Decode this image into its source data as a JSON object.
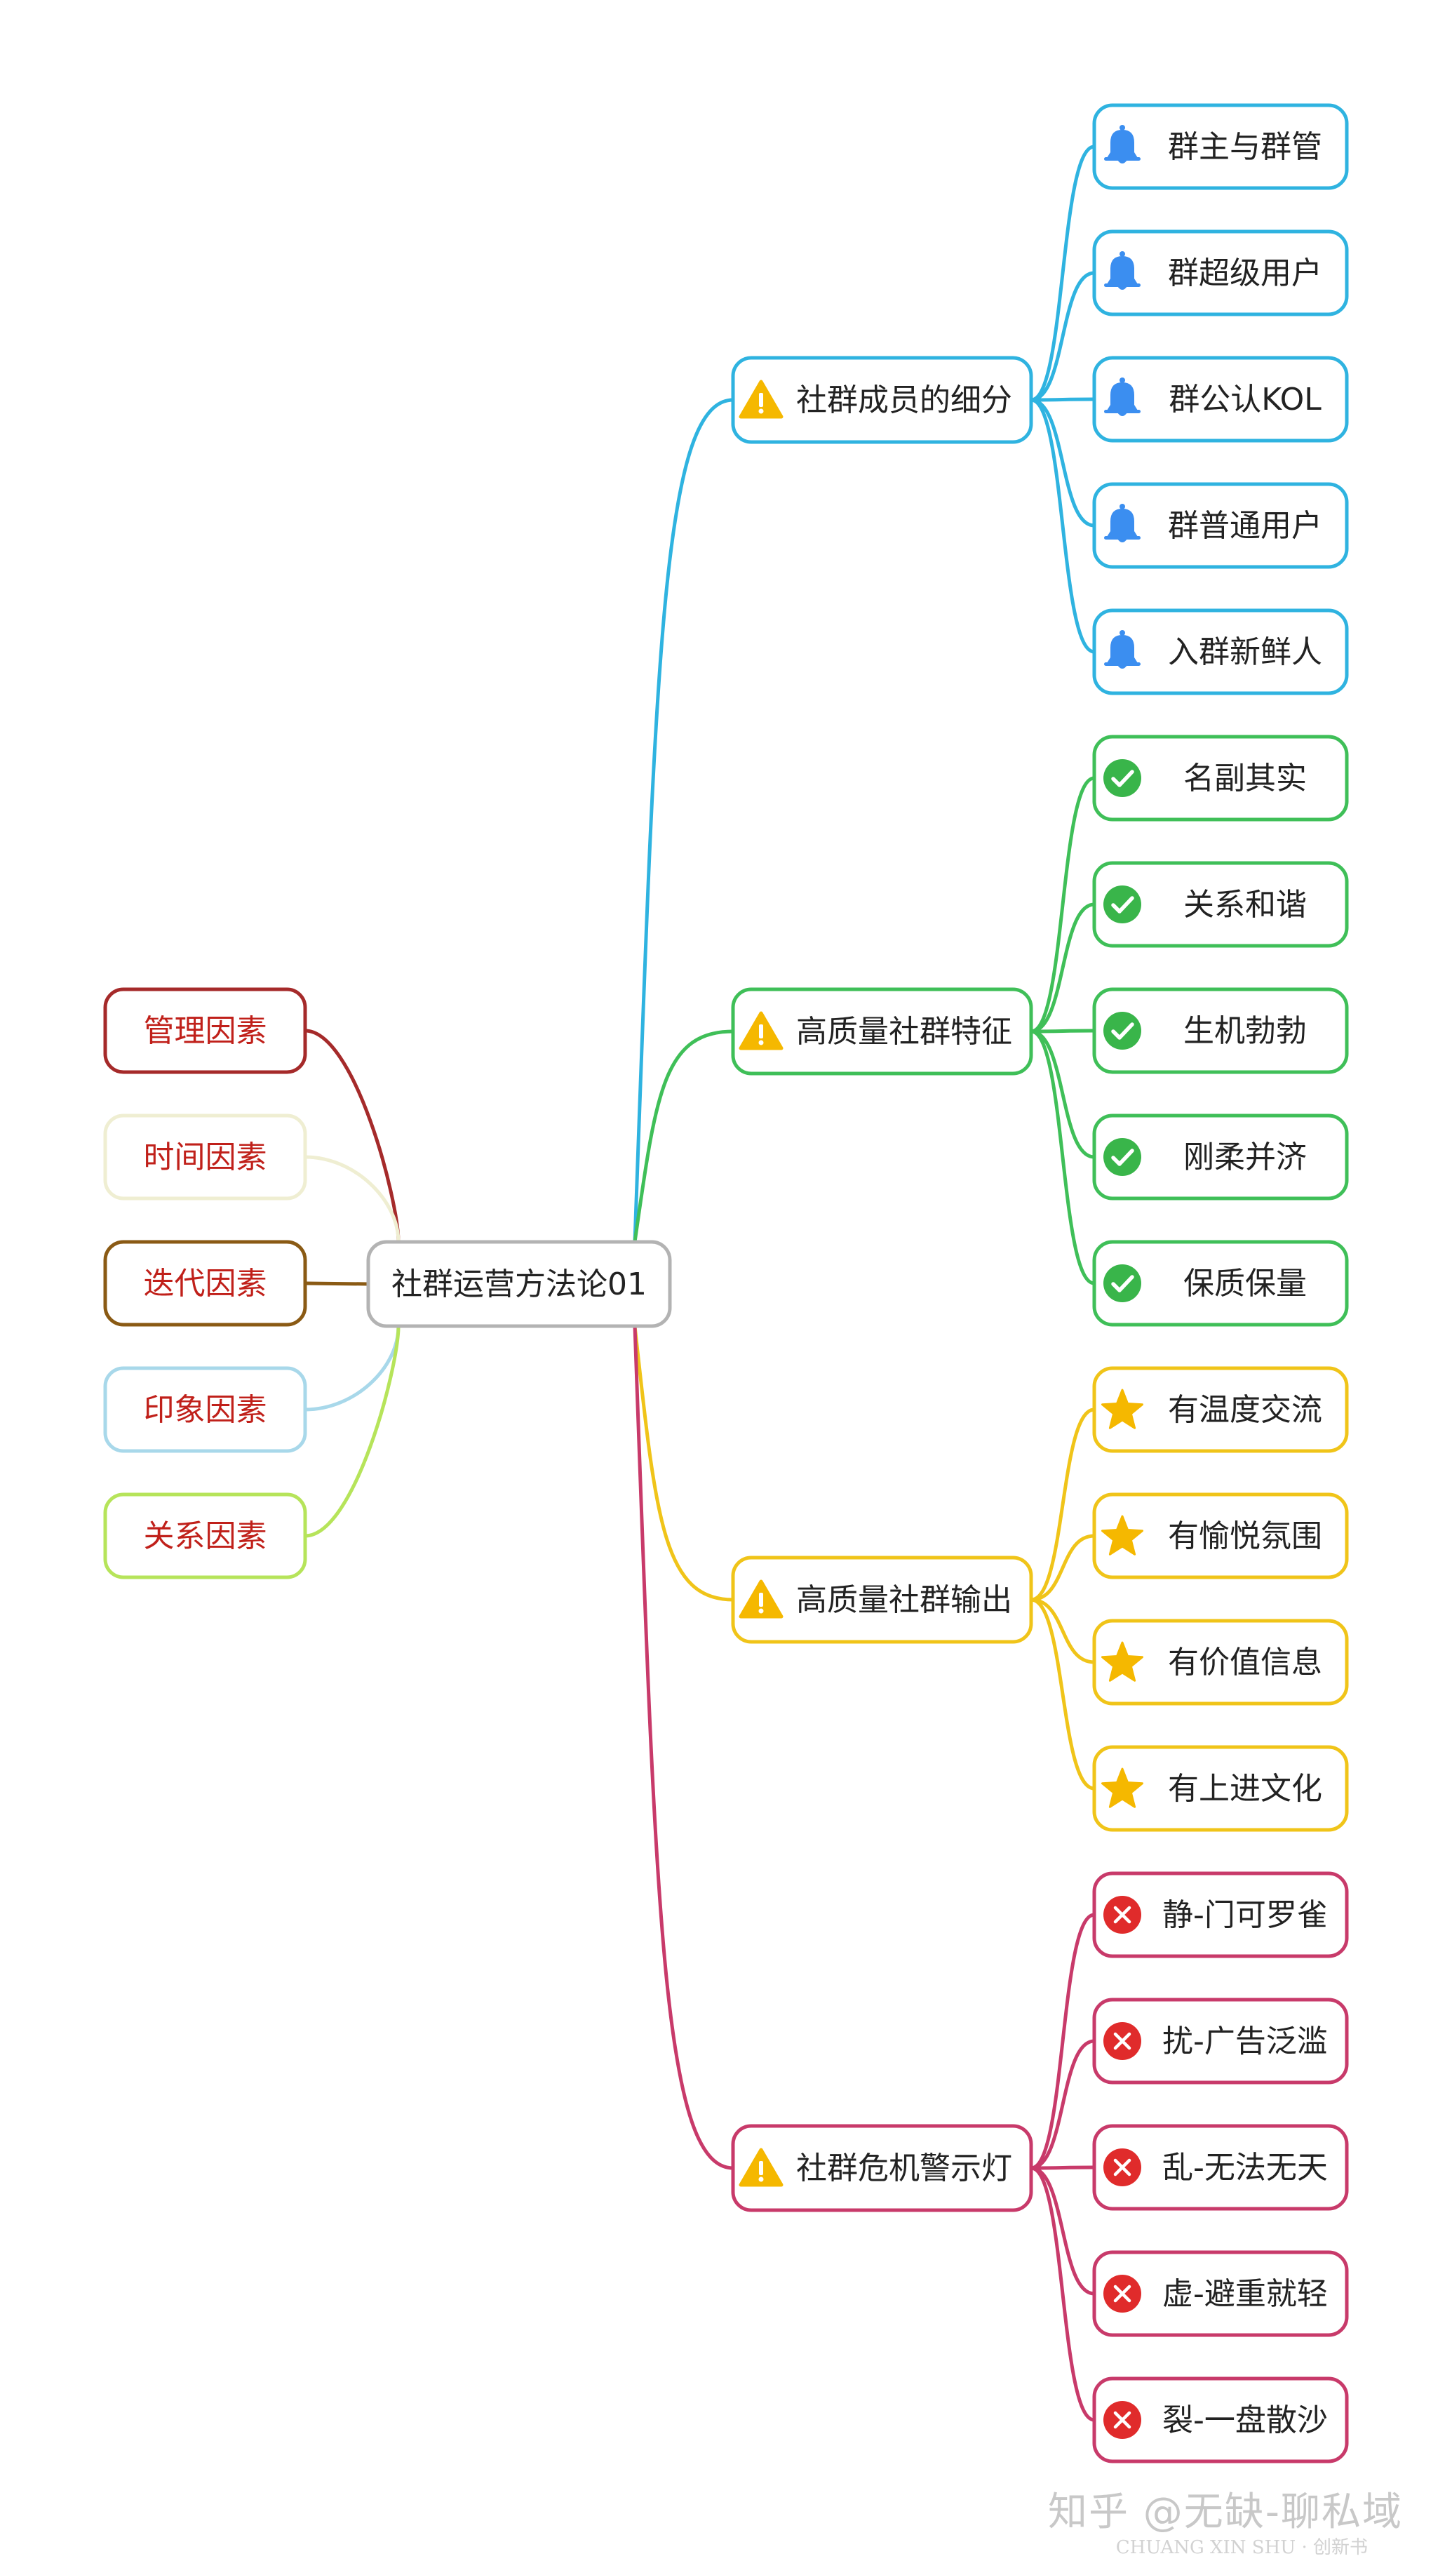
{
  "root": {
    "label": "社群运营方法论01",
    "color": "#b3b3b3"
  },
  "left_factors": [
    {
      "label": "管理因素",
      "color": "#a52a2a"
    },
    {
      "label": "时间因素",
      "color": "#efeed2"
    },
    {
      "label": "迭代因素",
      "color": "#8a5a14"
    },
    {
      "label": "印象因素",
      "color": "#a8d8ea"
    },
    {
      "label": "关系因素",
      "color": "#b6e45a"
    }
  ],
  "left_text_color": "#c0201a",
  "branches": [
    {
      "label": "社群成员的细分",
      "color": "#2fb3e0",
      "icon": "warning-icon",
      "child_icon": "bell-icon",
      "children": [
        "群主与群管",
        "群超级用户",
        "群公认KOL",
        "群普通用户",
        "入群新鲜人"
      ]
    },
    {
      "label": "高质量社群特征",
      "color": "#3fbf58",
      "icon": "warning-icon",
      "child_icon": "check-icon",
      "children": [
        "名副其实",
        "关系和谐",
        "生机勃勃",
        "刚柔并济",
        "保质保量"
      ]
    },
    {
      "label": "高质量社群输出",
      "color": "#f0c419",
      "icon": "warning-icon",
      "child_icon": "star-icon",
      "children": [
        "有温度交流",
        "有愉悦氛围",
        "有价值信息",
        "有上进文化"
      ]
    },
    {
      "label": "社群危机警示灯",
      "color": "#c83a6a",
      "icon": "warning-icon",
      "child_icon": "cross-icon",
      "children": [
        "静-门可罗雀",
        "扰-广告泛滥",
        "乱-无法无天",
        "虚-避重就轻",
        "裂-一盘散沙"
      ]
    }
  ],
  "icon_colors": {
    "warning": "#f5b800",
    "bell": "#3b8ef0",
    "check": "#39b54a",
    "star": "#f5b800",
    "cross": "#e02b2b"
  },
  "watermark": {
    "main": "知乎 @无缺-聊私域",
    "sub": "CHUANG XIN SHU · 创新书"
  }
}
